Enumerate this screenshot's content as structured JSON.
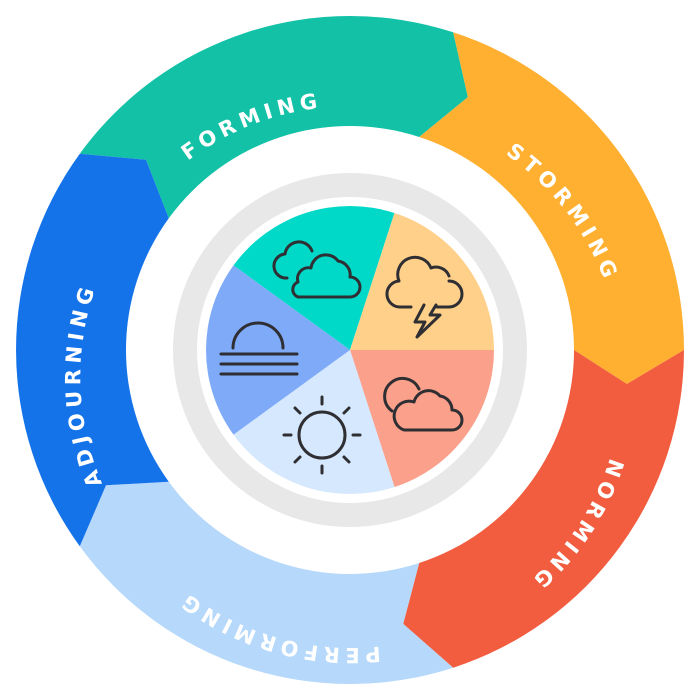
{
  "stages": [
    {
      "label": "FORMING",
      "color": "#13C2A6",
      "pie_color": "#00D9C8",
      "icon": "clouds-icon"
    },
    {
      "label": "STORMING",
      "color": "#FFB031",
      "pie_color": "#FFD08A",
      "icon": "thunderstorm-icon"
    },
    {
      "label": "NORMING",
      "color": "#F25C3F",
      "pie_color": "#FBA08B",
      "icon": "partly-cloudy-icon"
    },
    {
      "label": "PERFORMING",
      "color": "#B5D8FB",
      "pie_color": "#D5E8FD",
      "icon": "sun-icon"
    },
    {
      "label": "ADJOURNING",
      "color": "#1573EA",
      "pie_color": "#7EAAF8",
      "icon": "fog-sunset-icon"
    }
  ],
  "ring_color": "#E8E8E8"
}
